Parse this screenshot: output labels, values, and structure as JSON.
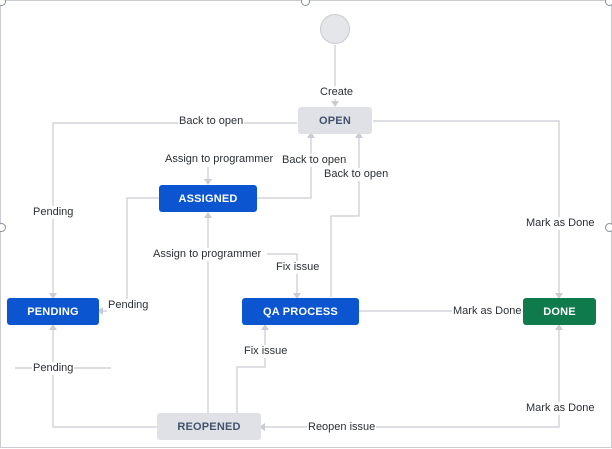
{
  "workflow": {
    "states": {
      "open": "OPEN",
      "assigned": "ASSIGNED",
      "pending": "PENDING",
      "qa_process": "QA PROCESS",
      "done": "DONE",
      "reopened": "REOPENED"
    },
    "transitions": {
      "create": "Create",
      "back_to_open_1": "Back to open",
      "back_to_open_2": "Back to open",
      "back_to_open_3": "Back to open",
      "assign_to_programmer_1": "Assign to programmer",
      "assign_to_programmer_2": "Assign to programmer",
      "pending_1": "Pending",
      "pending_2": "Pending",
      "pending_3": "Pending",
      "fix_issue_1": "Fix issue",
      "fix_issue_2": "Fix issue",
      "mark_as_done_1": "Mark as Done",
      "mark_as_done_2": "Mark as Done",
      "mark_as_done_3": "Mark as Done",
      "reopen_issue": "Reopen issue"
    }
  },
  "colors": {
    "status_blue": "#0b56d0",
    "status_grey": "#dfe1e6",
    "status_green": "#0f7a4c",
    "connector": "#c9ccd3"
  }
}
